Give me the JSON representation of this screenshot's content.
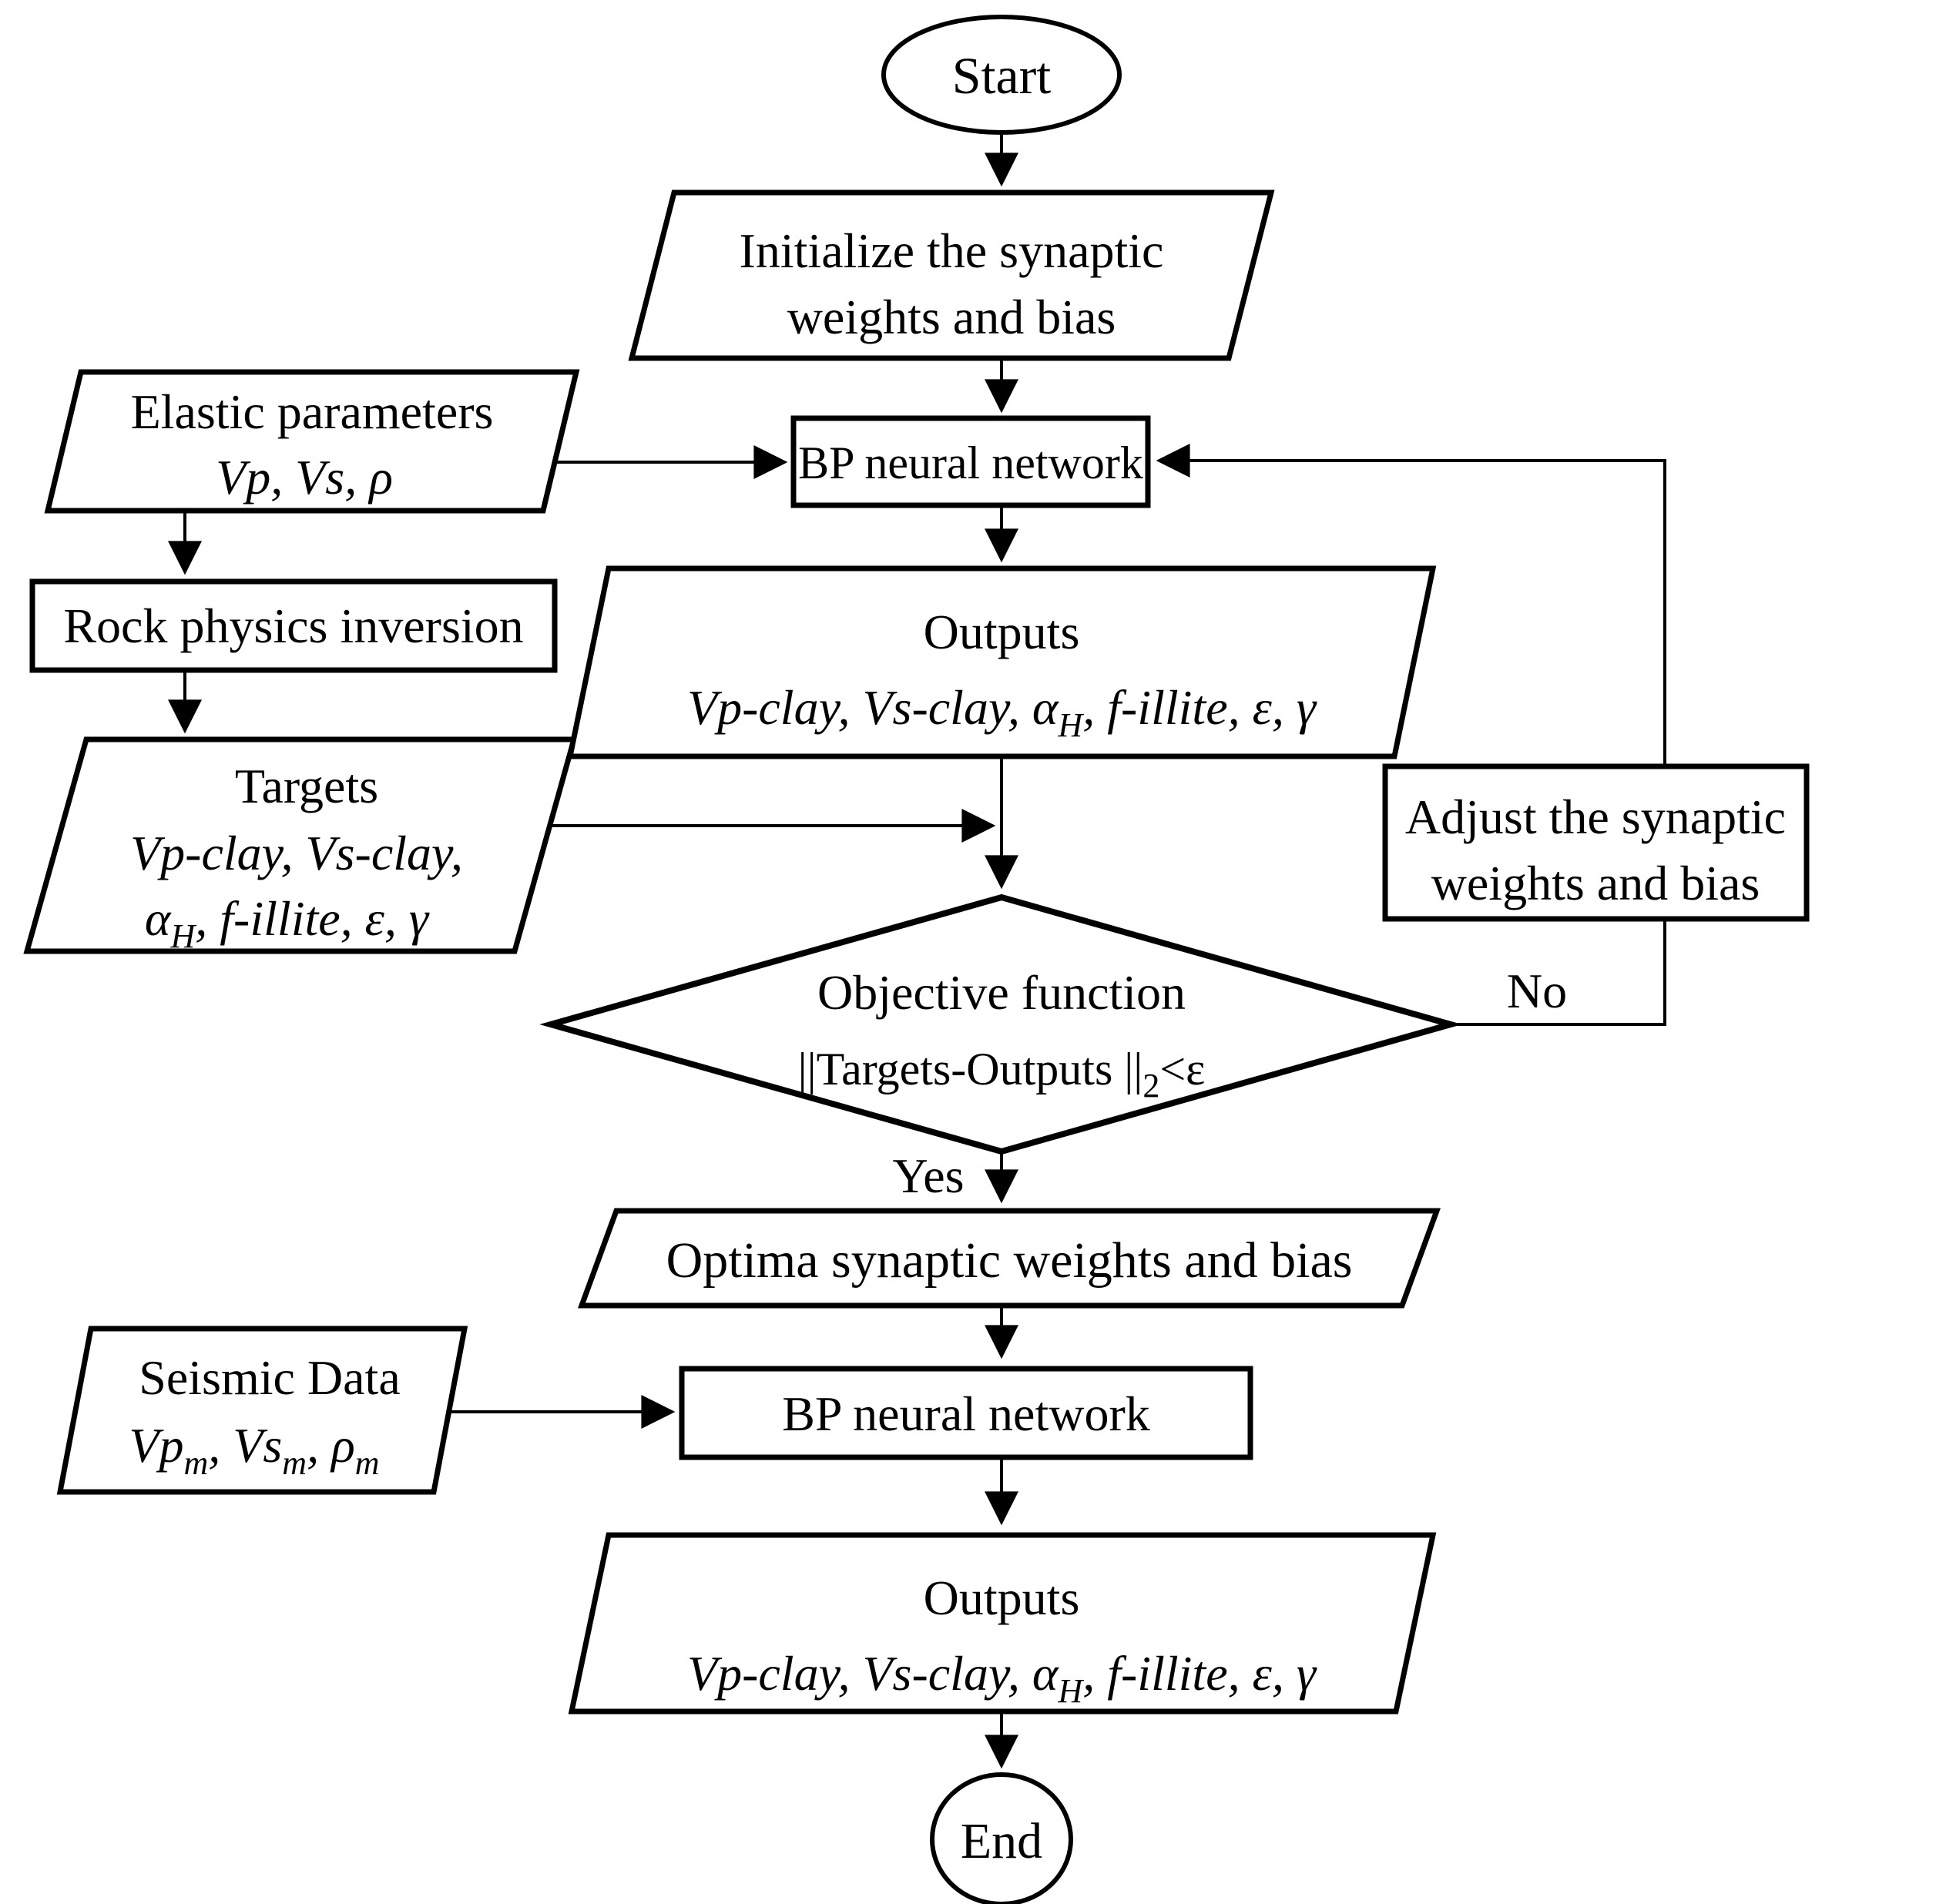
{
  "flowchart": {
    "background": "#ffffff",
    "stroke_color": "#000000",
    "labels": {
      "yes": "Yes",
      "no": "No"
    },
    "nodes": {
      "start": {
        "label": "Start"
      },
      "initialize": {
        "line1": "Initialize the synaptic",
        "line2": "weights and bias"
      },
      "elastic": {
        "title": "Elastic parameters",
        "formula": "Vp, Vs, ρ"
      },
      "rock": {
        "label": "Rock physics inversion"
      },
      "targets": {
        "title": "Targets",
        "formula_line1": "Vp-clay, Vs-clay,",
        "formula_line2_pre": "α",
        "formula_line2_sub": "H",
        "formula_line2_post": ", f-illite, ε, γ"
      },
      "bp1": {
        "label": "BP neural network"
      },
      "outputs1": {
        "title": "Outputs",
        "formula_pre": "Vp-clay, Vs-clay, α",
        "formula_sub": "H",
        "formula_post": ", f-illite, ε, γ"
      },
      "decision": {
        "line1": "Objective function",
        "line2_pre": "||Targets-Outputs ||",
        "line2_sub": "2",
        "line2_post": "<ε"
      },
      "adjust": {
        "line1": "Adjust the synaptic",
        "line2": "weights and bias"
      },
      "optima": {
        "label": "Optima synaptic weights and bias"
      },
      "seismic": {
        "title": "Seismic Data",
        "formula_p1": "Vp",
        "formula_s1": "m",
        "formula_p2": ", Vs",
        "formula_s2": "m",
        "formula_p3": ", ρ",
        "formula_s3": "m"
      },
      "bp2": {
        "label": "BP neural network"
      },
      "outputs2": {
        "title": "Outputs",
        "formula_pre": "Vp-clay, Vs-clay, α",
        "formula_sub": "H",
        "formula_post": ", f-illite, ε, γ"
      },
      "end": {
        "label": "End"
      }
    }
  }
}
